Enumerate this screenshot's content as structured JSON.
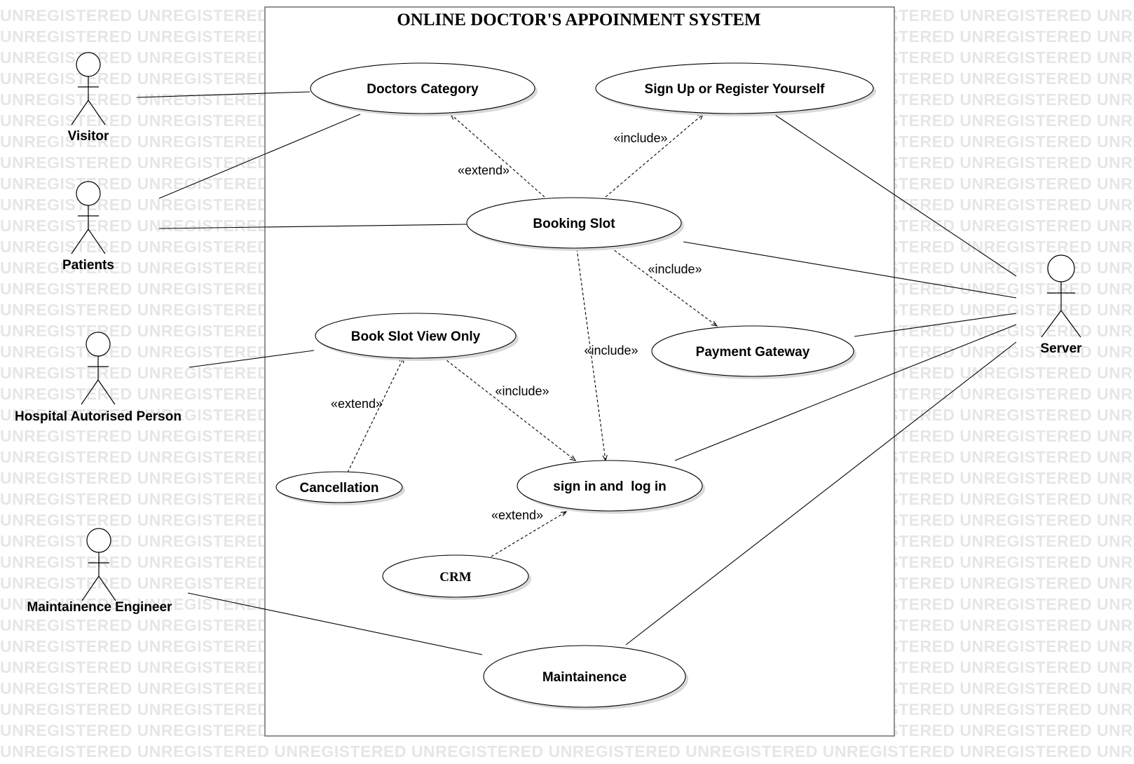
{
  "watermark": "UNREGISTERED",
  "system": {
    "title": "ONLINE DOCTOR'S APPOINMENT SYSTEM"
  },
  "actors": [
    {
      "id": "visitor",
      "name": "Visitor"
    },
    {
      "id": "patients",
      "name": "Patients"
    },
    {
      "id": "hospital",
      "name": "Hospital Autorised Person"
    },
    {
      "id": "engineer",
      "name": "Maintainence Engineer"
    },
    {
      "id": "server",
      "name": "Server"
    }
  ],
  "use_cases": [
    {
      "id": "doctors",
      "label": "Doctors Category"
    },
    {
      "id": "signup",
      "label": "Sign Up or Register Yourself"
    },
    {
      "id": "booking",
      "label": "Booking Slot"
    },
    {
      "id": "viewonly",
      "label": "Book Slot View Only"
    },
    {
      "id": "payment",
      "label": "Payment Gateway"
    },
    {
      "id": "cancel",
      "label": "Cancellation"
    },
    {
      "id": "signin",
      "label": "sign in and  log in"
    },
    {
      "id": "crm",
      "label": "CRM"
    },
    {
      "id": "maint",
      "label": "Maintainence"
    }
  ],
  "associations": [
    {
      "actor": "visitor",
      "use_case": "doctors"
    },
    {
      "actor": "patients",
      "use_case": "doctors"
    },
    {
      "actor": "patients",
      "use_case": "booking"
    },
    {
      "actor": "hospital",
      "use_case": "viewonly"
    },
    {
      "actor": "engineer",
      "use_case": "maint"
    },
    {
      "actor": "server",
      "use_case": "signup"
    },
    {
      "actor": "server",
      "use_case": "booking"
    },
    {
      "actor": "server",
      "use_case": "payment"
    },
    {
      "actor": "server",
      "use_case": "signin"
    },
    {
      "actor": "server",
      "use_case": "maint"
    }
  ],
  "relationships": [
    {
      "from": "booking",
      "to": "doctors",
      "type": "extend",
      "label": "«extend»"
    },
    {
      "from": "booking",
      "to": "signup",
      "type": "include",
      "label": "«include»"
    },
    {
      "from": "booking",
      "to": "payment",
      "type": "include",
      "label": "«include»"
    },
    {
      "from": "booking",
      "to": "signin",
      "type": "include",
      "label": "«include»"
    },
    {
      "from": "viewonly",
      "to": "signin",
      "type": "include",
      "label": "«include»"
    },
    {
      "from": "cancel",
      "to": "viewonly",
      "type": "extend",
      "label": "«extend»"
    },
    {
      "from": "crm",
      "to": "signin",
      "type": "extend",
      "label": "«extend»"
    }
  ]
}
